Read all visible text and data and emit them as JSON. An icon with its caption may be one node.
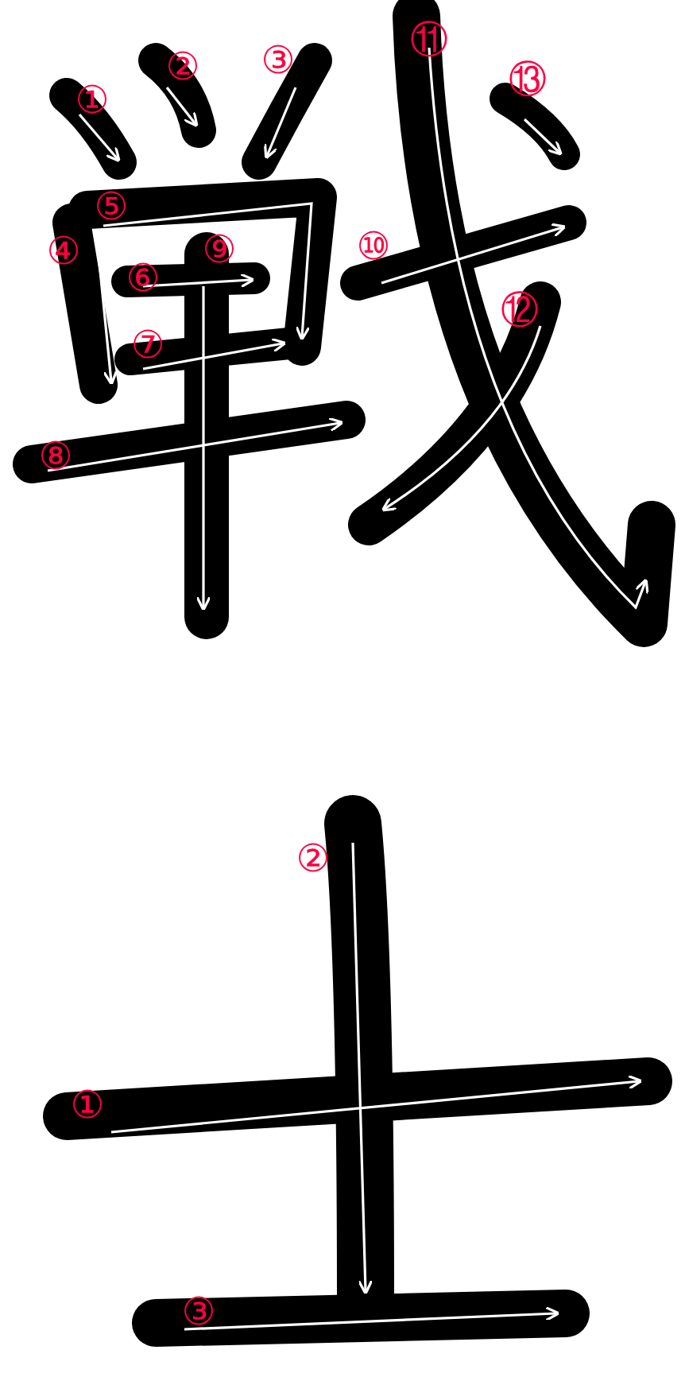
{
  "diagram": {
    "labels": [
      "①",
      "②",
      "③",
      "④",
      "⑤",
      "⑥",
      "⑦",
      "⑧",
      "⑨",
      "⑩",
      "⑪",
      "⑫",
      "⑬",
      "①",
      "②",
      "③"
    ]
  }
}
